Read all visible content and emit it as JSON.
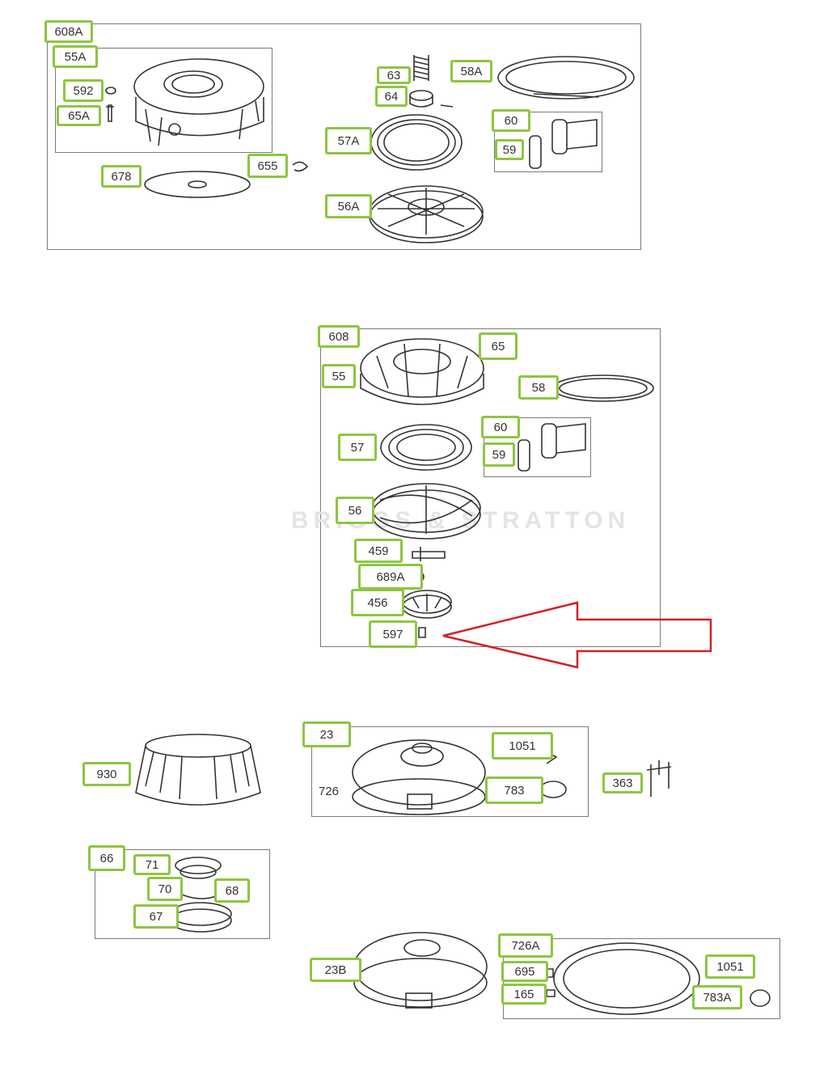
{
  "labels": {
    "l608A": "608A",
    "l55A": "55A",
    "l592": "592",
    "l65A": "65A",
    "l678": "678",
    "l655": "655",
    "l63": "63",
    "l64": "64",
    "l58A": "58A",
    "l57A": "57A",
    "l60a": "60",
    "l59a": "59",
    "l56A": "56A",
    "l608": "608",
    "l55": "55",
    "l65": "65",
    "l58": "58",
    "l57": "57",
    "l60b": "60",
    "l59b": "59",
    "l56": "56",
    "l459": "459",
    "l689A": "689A",
    "l456": "456",
    "l597": "597",
    "l930": "930",
    "l23": "23",
    "l726": "726",
    "l1051a": "1051",
    "l783": "783",
    "l363": "363",
    "l66": "66",
    "l71": "71",
    "l70": "70",
    "l68": "68",
    "l67": "67",
    "l23B": "23B",
    "l726A": "726A",
    "l695": "695",
    "l165": "165",
    "l1051b": "1051",
    "l783A": "783A"
  },
  "watermark": "BRIGGS & STRATTON",
  "colors": {
    "label_border": "#8dc63f",
    "arrow": "#d32027",
    "frame": "#7a7a7a"
  }
}
